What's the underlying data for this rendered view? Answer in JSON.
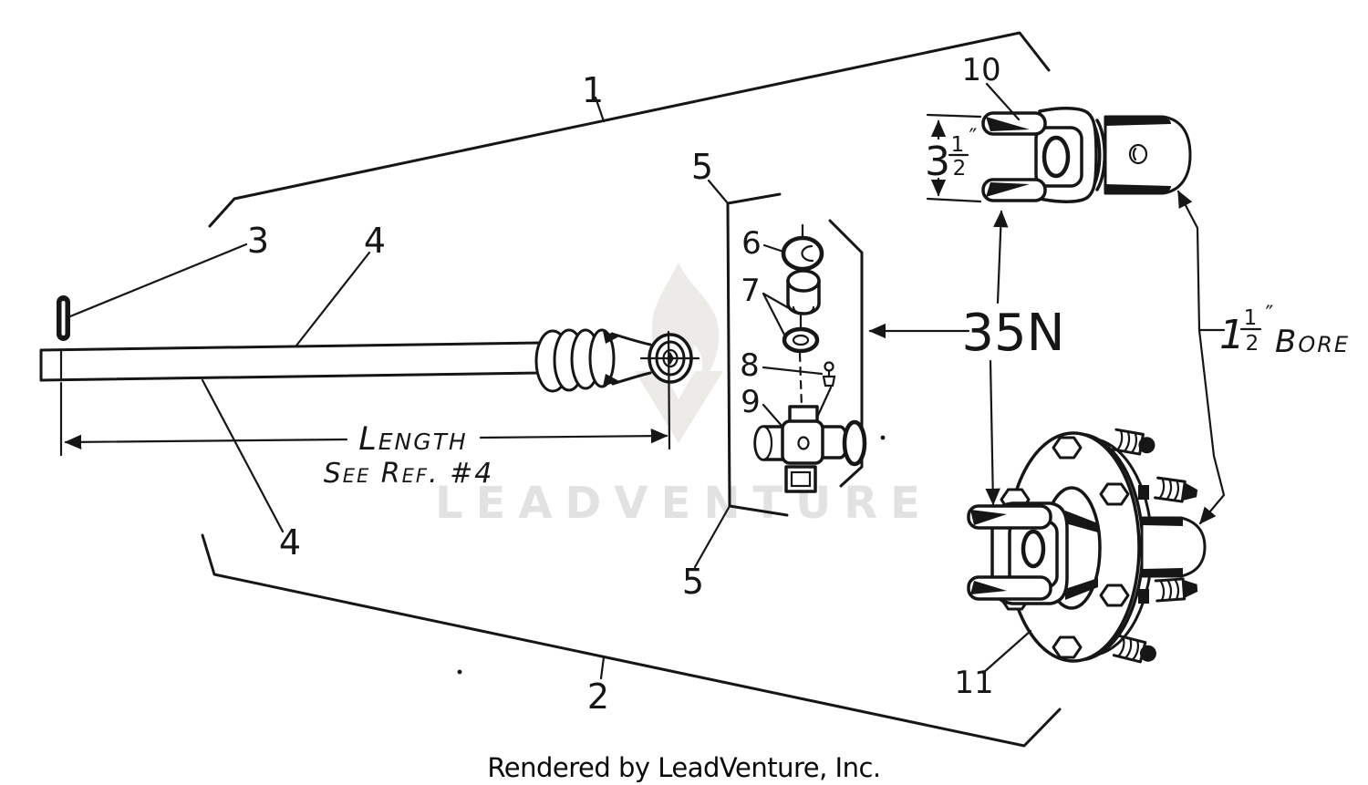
{
  "callouts": {
    "part_1": "1",
    "part_2": "2",
    "part_3": "3",
    "part_4_upper": "4",
    "part_4_lower": "4",
    "part_5_upper": "5",
    "part_5_lower": "5",
    "part_6": "6",
    "part_7": "7",
    "part_8": "8",
    "part_9": "9",
    "part_10": "10",
    "part_11": "11"
  },
  "dimensions": {
    "yoke_span": {
      "whole": "3",
      "numerator": "1",
      "denominator": "2",
      "unit": "″"
    },
    "bore": {
      "whole": "1",
      "numerator": "1",
      "denominator": "2",
      "unit": "″",
      "word": "Bore"
    },
    "length_note": {
      "line1": "Length",
      "line2": "See Ref. #4"
    },
    "series": "35N"
  },
  "watermark": {
    "wordmark": "LEADVENTURE",
    "credit": "Rendered by LeadVenture, Inc."
  },
  "colors": {
    "ink": "#161616",
    "watermark_text": "#e2e2e2",
    "watermark_mark": "#ecebe8",
    "paper": "#ffffff"
  }
}
